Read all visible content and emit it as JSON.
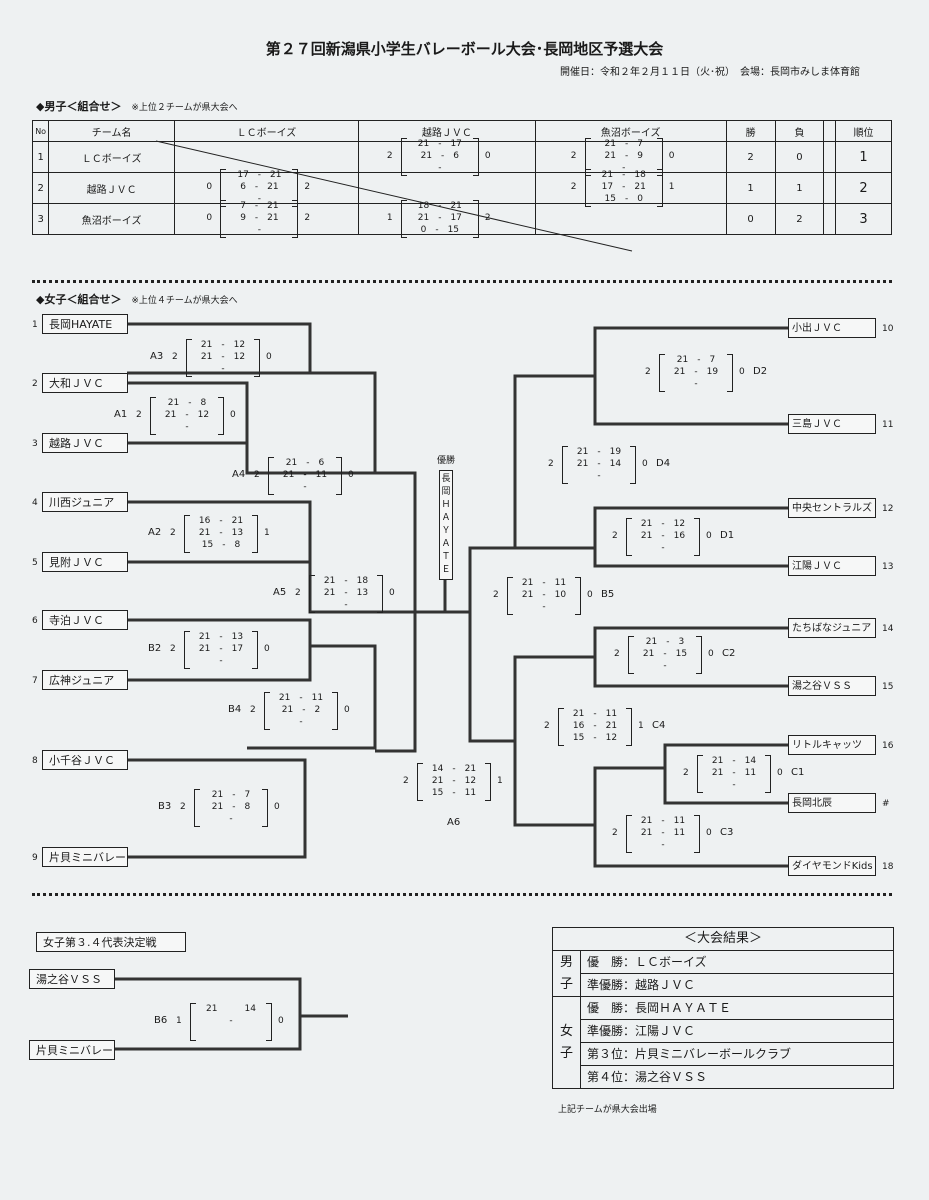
{
  "title": "第２７回新潟県小学生バレーボール大会･長岡地区予選大会",
  "date_line": "開催日：令和２年２月１１日（火･祝）　会場：長岡市みしま体育館",
  "boys": {
    "heading": "◆男子＜組合せ＞",
    "note": "※上位２チームが県大会へ",
    "headers": {
      "no": "No",
      "team": "チーム名",
      "c1": "ＬＣボーイズ",
      "c2": "越路ＪＶＣ",
      "c3": "魚沼ボーイズ",
      "win": "勝",
      "loss": "負",
      "rank": "順位"
    },
    "rows": [
      {
        "no": "1",
        "team": "ＬＣボーイズ",
        "wins": "2",
        "losses": "0",
        "rank": "1",
        "cells": [
          null,
          {
            "left": "2",
            "sets": [
              "21　-　17",
              "21　-　6",
              "-"
            ],
            "right": "0"
          },
          {
            "left": "2",
            "sets": [
              "21　-　7",
              "21　-　9",
              "-"
            ],
            "right": "0"
          }
        ]
      },
      {
        "no": "2",
        "team": "越路ＪＶＣ",
        "wins": "1",
        "losses": "1",
        "rank": "2",
        "cells": [
          {
            "left": "0",
            "sets": [
              "17　-　21",
              "6　-　21",
              "-"
            ],
            "right": "2"
          },
          null,
          {
            "left": "2",
            "sets": [
              "21　-　18",
              "17　-　21",
              "15　-　0"
            ],
            "right": "1"
          }
        ]
      },
      {
        "no": "3",
        "team": "魚沼ボーイズ",
        "wins": "0",
        "losses": "2",
        "rank": "3",
        "cells": [
          {
            "left": "0",
            "sets": [
              "7　-　21",
              "9　-　21",
              "-"
            ],
            "right": "2"
          },
          {
            "left": "1",
            "sets": [
              "18　-　21",
              "21　-　17",
              "0　-　15"
            ],
            "right": "2"
          },
          null
        ]
      }
    ]
  },
  "girls": {
    "heading": "◆女子＜組合せ＞",
    "note": "※上位４チームが県大会へ",
    "left_teams": [
      {
        "n": "1",
        "name": "長岡HAYATE"
      },
      {
        "n": "2",
        "name": "大和ＪＶＣ"
      },
      {
        "n": "3",
        "name": "越路ＪＶＣ"
      },
      {
        "n": "4",
        "name": "川西ジュニア"
      },
      {
        "n": "5",
        "name": "見附ＪＶＣ"
      },
      {
        "n": "6",
        "name": "寺泊ＪＶＣ"
      },
      {
        "n": "7",
        "name": "広神ジュニア"
      },
      {
        "n": "8",
        "name": "小千谷ＪＶＣ"
      },
      {
        "n": "9",
        "name": "片貝ミニバレー"
      }
    ],
    "right_teams": [
      {
        "n": "10",
        "name": "小出ＪＶＣ"
      },
      {
        "n": "11",
        "name": "三島ＪＶＣ"
      },
      {
        "n": "12",
        "name": "中央セントラルズ"
      },
      {
        "n": "13",
        "name": "江陽ＪＶＣ"
      },
      {
        "n": "14",
        "name": "たちばなジュニア"
      },
      {
        "n": "15",
        "name": "湯之谷ＶＳＳ"
      },
      {
        "n": "16",
        "name": "リトルキャッツ"
      },
      {
        "n": "#",
        "name": "長岡北辰"
      },
      {
        "n": "18",
        "name": "ダイヤモンドKids"
      }
    ],
    "champion_label": "優勝",
    "champion_chars": [
      "長",
      "岡",
      "Ｈ",
      "Ａ",
      "Ｙ",
      "Ａ",
      "Ｔ",
      "Ｅ"
    ],
    "matches": [
      {
        "code": "A3",
        "left": "2",
        "sets": [
          "21　-　12",
          "21　-　12",
          "-"
        ],
        "right": "0"
      },
      {
        "code": "A1",
        "left": "2",
        "sets": [
          "21　-　8",
          "21　-　12",
          "-"
        ],
        "right": "0"
      },
      {
        "code": "A4",
        "left": "2",
        "sets": [
          "21　-　6",
          "21　-　11",
          "-"
        ],
        "right": "0"
      },
      {
        "code": "A2",
        "left": "2",
        "sets": [
          "16　-　21",
          "21　-　13",
          "15　-　8"
        ],
        "right": "1"
      },
      {
        "code": "A5",
        "left": "2",
        "sets": [
          "21　-　18",
          "21　-　13",
          "-"
        ],
        "right": "0"
      },
      {
        "code": "B2",
        "left": "2",
        "sets": [
          "21　-　13",
          "21　-　17",
          "-"
        ],
        "right": "0"
      },
      {
        "code": "B4",
        "left": "2",
        "sets": [
          "21　-　11",
          "21　-　2",
          "-"
        ],
        "right": "0"
      },
      {
        "code": "B3",
        "left": "2",
        "sets": [
          "21　-　7",
          "21　-　8",
          "-"
        ],
        "right": "0"
      },
      {
        "code": "A6",
        "left": "2",
        "sets": [
          "14　-　21",
          "21　-　12",
          "15　-　11"
        ],
        "right": "1"
      },
      {
        "code": "D2",
        "left": "2",
        "sets": [
          "21　-　7",
          "21　-　19",
          "-"
        ],
        "right": "0"
      },
      {
        "code": "D4",
        "left": "2",
        "sets": [
          "21　-　19",
          "21　-　14",
          "-"
        ],
        "right": "0"
      },
      {
        "code": "D1",
        "left": "2",
        "sets": [
          "21　-　12",
          "21　-　16",
          "-"
        ],
        "right": "0"
      },
      {
        "code": "B5",
        "left": "2",
        "sets": [
          "21　-　11",
          "21　-　10",
          "-"
        ],
        "right": "0"
      },
      {
        "code": "C2",
        "left": "2",
        "sets": [
          "21　-　3",
          "21　-　15",
          "-"
        ],
        "right": "0"
      },
      {
        "code": "C4",
        "left": "2",
        "sets": [
          "21　-　11",
          "16　-　21",
          "15　-　12"
        ],
        "right": "1"
      },
      {
        "code": "C1",
        "left": "2",
        "sets": [
          "21　-　14",
          "21　-　11",
          "-"
        ],
        "right": "0"
      },
      {
        "code": "C3",
        "left": "2",
        "sets": [
          "21　-　11",
          "21　-　11",
          "-"
        ],
        "right": "0"
      }
    ]
  },
  "playoff": {
    "heading": "女子第３.４代表決定戦",
    "team1": "湯之谷ＶＳＳ",
    "team2": "片貝ミニバレー",
    "match": {
      "code": "B6",
      "left": "1",
      "sets": [
        "21　　　14",
        "-"
      ],
      "right": "0"
    }
  },
  "results": {
    "heading": "＜大会結果＞",
    "boys_label": "男子",
    "boys": [
      "優　勝：ＬＣボーイズ",
      "準優勝：越路ＪＶＣ"
    ],
    "girls_label": "女子",
    "girls": [
      "優　勝：長岡ＨＡＹＡＴＥ",
      "準優勝：江陽ＪＶＣ",
      "第３位：片貝ミニバレーボールクラブ",
      "第４位：湯之谷ＶＳＳ"
    ],
    "footer": "上記チームが県大会出場"
  }
}
